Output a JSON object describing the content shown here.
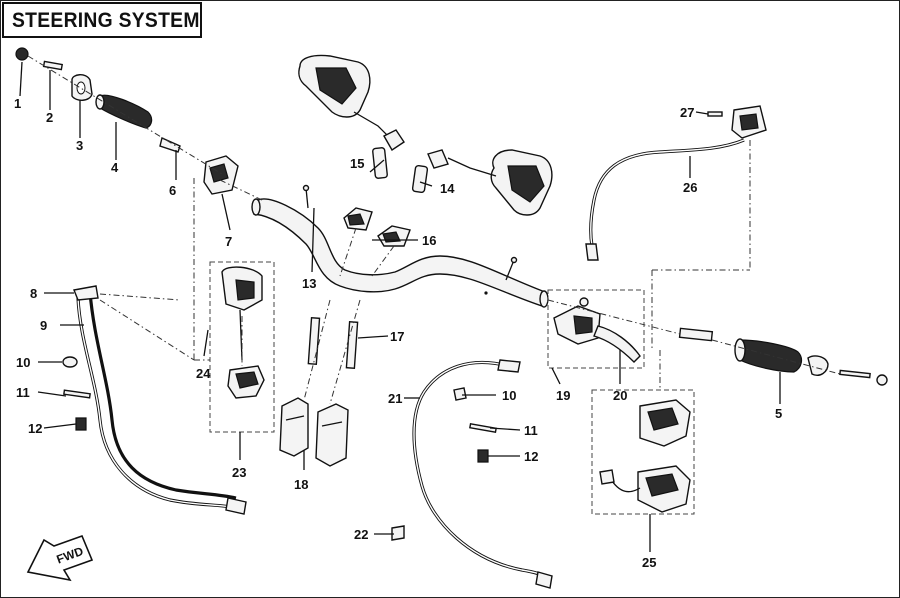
{
  "title": "STEERING SYSTEM",
  "fwd_label": "FWD",
  "callouts": {
    "c1": "1",
    "c2": "2",
    "c3": "3",
    "c4": "4",
    "c5": "5",
    "c6": "6",
    "c7": "7",
    "c8": "8",
    "c9": "9",
    "c10a": "10",
    "c10b": "10",
    "c11a": "11",
    "c11b": "11",
    "c12a": "12",
    "c12b": "12",
    "c13": "13",
    "c14": "14",
    "c15": "15",
    "c16": "16",
    "c17": "17",
    "c18": "18",
    "c19": "19",
    "c20": "20",
    "c21": "21",
    "c22": "22",
    "c23": "23",
    "c24": "24",
    "c25": "25",
    "c26": "26",
    "c27": "27"
  },
  "colors": {
    "ink": "#111111",
    "paper": "#ffffff",
    "part_fill": "#f4f4f4",
    "dark_fill": "#2a2a2a"
  }
}
